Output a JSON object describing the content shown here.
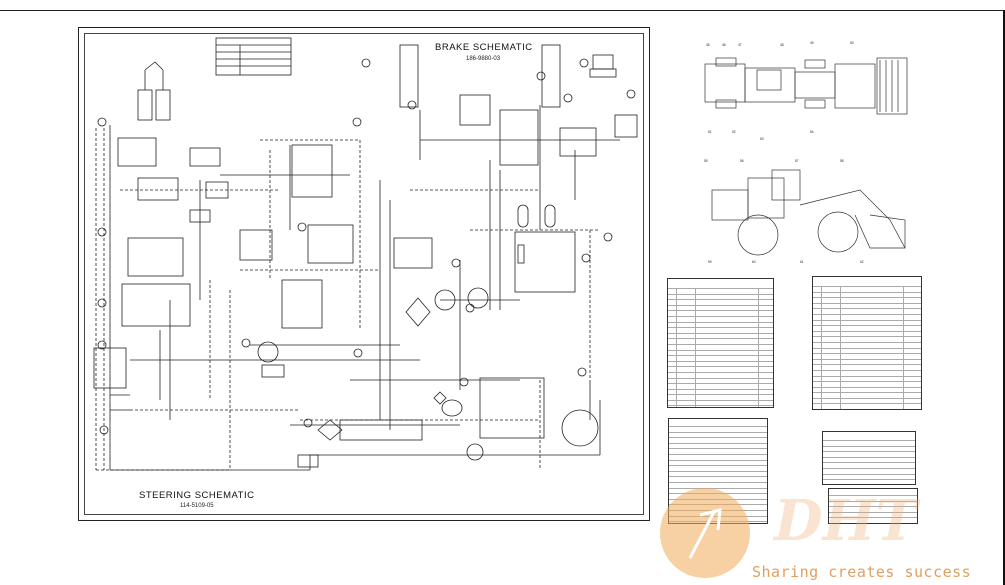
{
  "brake": {
    "title": "BRAKE SCHEMATIC",
    "part_no": "186-9880-03"
  },
  "steering": {
    "title": "STEERING SCHEMATIC",
    "part_no": "114-5109-05"
  },
  "watermark": {
    "tagline": "Sharing creates success",
    "logo_text": "DHT"
  },
  "colors": {
    "line": "#222222",
    "watermark": "#e8a468"
  }
}
